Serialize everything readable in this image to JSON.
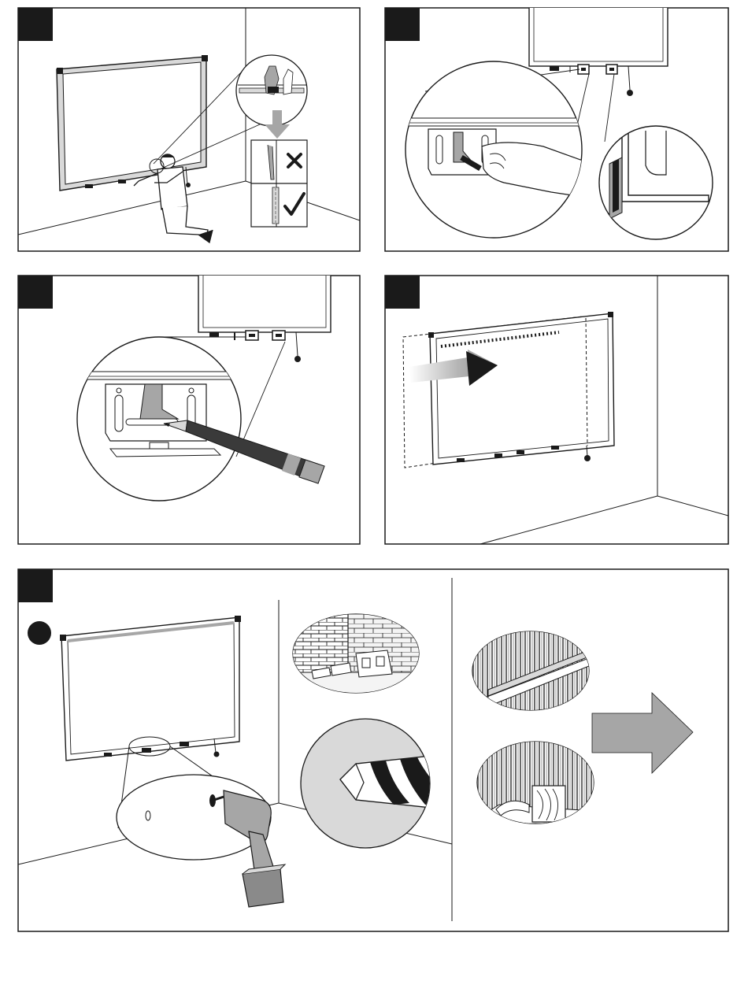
{
  "manual": {
    "panels": [
      {
        "id": "panel-1",
        "step_label": ""
      },
      {
        "id": "panel-2",
        "step_label": ""
      },
      {
        "id": "panel-3",
        "step_label": ""
      },
      {
        "id": "panel-4",
        "step_label": ""
      },
      {
        "id": "panel-5",
        "step_label": "",
        "substep_label": ""
      }
    ],
    "colors": {
      "ink": "#1a1a1a",
      "label_fill": "#1a1a1a",
      "mid_gray": "#a6a6a6",
      "light_gray": "#d9d9d9",
      "background": "#ffffff"
    },
    "icons": [
      "cross-mark-icon",
      "check-mark-icon",
      "arrow-down-icon",
      "arrow-right-icon",
      "pencil-icon",
      "drill-icon",
      "drill-bit-icon"
    ]
  }
}
